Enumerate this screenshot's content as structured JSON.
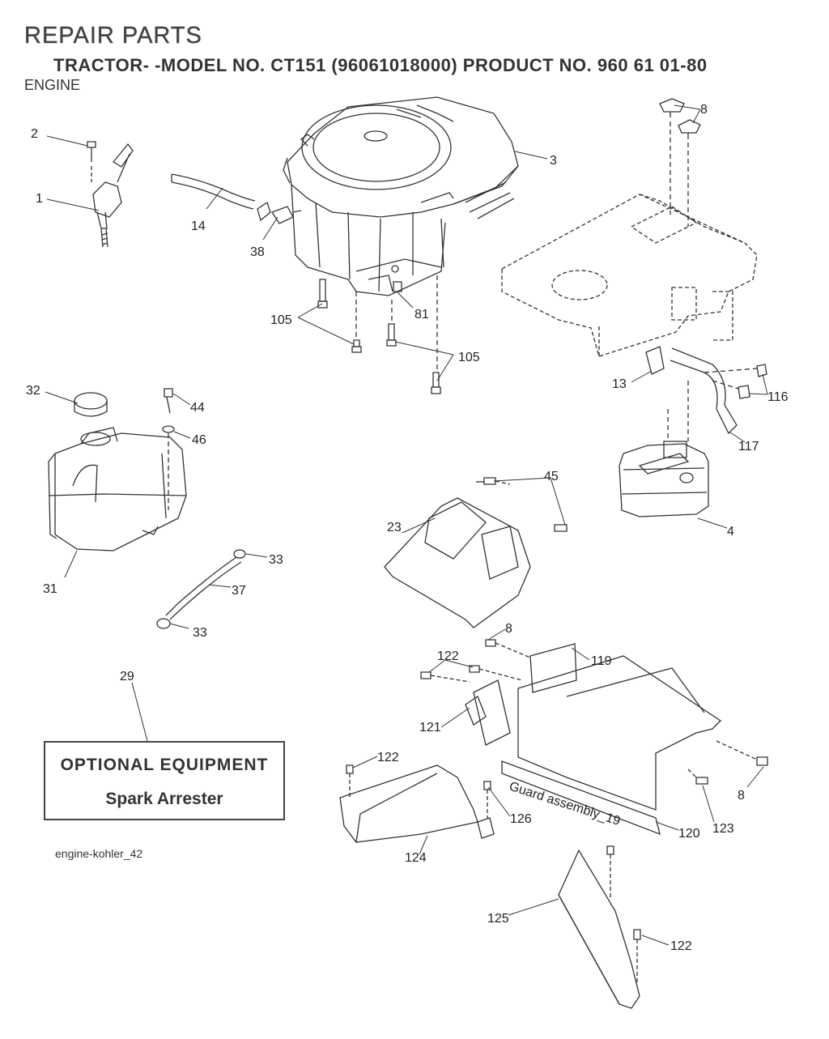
{
  "header": {
    "title": "REPAIR PARTS",
    "subtitle": "TRACTOR- -MODEL NO. CT151 (96061018000) PRODUCT NO. 960 61 01-80",
    "section": "ENGINE"
  },
  "callouts": {
    "c1": "1",
    "c2": "2",
    "c3": "3",
    "c4": "4",
    "c8a": "8",
    "c8b": "8",
    "c8c": "8",
    "c13": "13",
    "c14": "14",
    "c23": "23",
    "c29": "29",
    "c31": "31",
    "c32": "32",
    "c33a": "33",
    "c33b": "33",
    "c37": "37",
    "c38": "38",
    "c44": "44",
    "c45": "45",
    "c46": "46",
    "c81": "81",
    "c105a": "105",
    "c105b": "105",
    "c116": "116",
    "c117": "117",
    "c119": "119",
    "c120": "120",
    "c121": "121",
    "c122a": "122",
    "c122b": "122",
    "c122c": "122",
    "c123": "123",
    "c124": "124",
    "c125": "125",
    "c126": "126"
  },
  "guard_label": "Guard assembly_19",
  "optional_equipment": {
    "heading": "OPTIONAL EQUIPMENT",
    "item": "Spark Arrester"
  },
  "file_reference": "engine-kohler_42"
}
